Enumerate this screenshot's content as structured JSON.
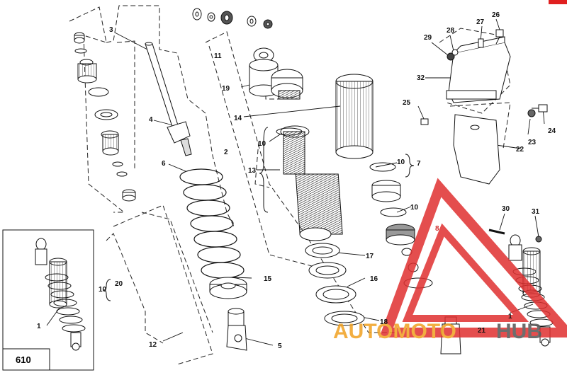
{
  "page_number": "610",
  "watermark": {
    "text_left": "AUTOMOTO",
    "text_right": "HUB",
    "color_main": "#f0a020",
    "color_dark": "#555555",
    "triangle_color": "#e03030"
  },
  "callouts": [
    "1",
    "2",
    "3",
    "4",
    "5",
    "6",
    "7",
    "8",
    "10",
    "11",
    "12",
    "13",
    "14",
    "15",
    "16",
    "17",
    "18",
    "19",
    "20",
    "21",
    "22",
    "23",
    "24",
    "25",
    "26",
    "27",
    "28",
    "29",
    "30",
    "31",
    "32"
  ],
  "labels": {
    "l1a": "1",
    "l1b": "1",
    "l2": "2",
    "l3": "3",
    "l4": "4",
    "l5": "5",
    "l6": "6",
    "l7": "7",
    "l8": "8",
    "l10a": "10",
    "l10b": "10",
    "l10c": "10",
    "l10d": "10",
    "l11": "11",
    "l12": "12",
    "l13": "13",
    "l14": "14",
    "l15": "15",
    "l16": "16",
    "l17": "17",
    "l18": "18",
    "l19": "19",
    "l20": "20",
    "l21": "21",
    "l22": "22",
    "l23": "23",
    "l24": "24",
    "l25": "25",
    "l26": "26",
    "l27": "27",
    "l28": "28",
    "l29": "29",
    "l30": "30",
    "l31": "31",
    "l32": "32"
  }
}
